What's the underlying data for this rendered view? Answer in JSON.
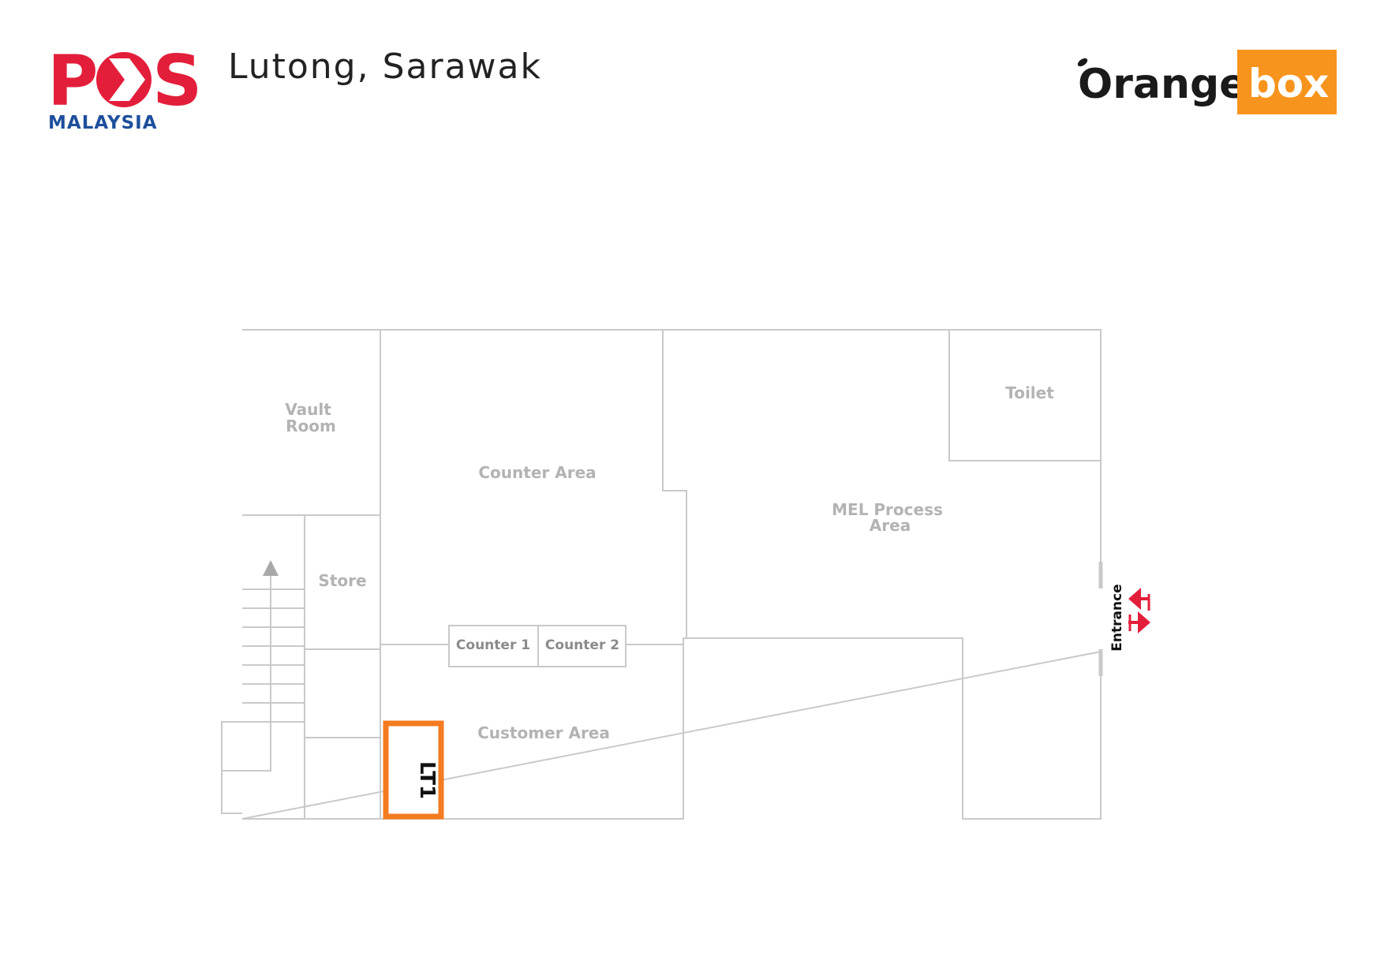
{
  "header": {
    "pos_logo": {
      "letters_p": "P",
      "letters_s": "S",
      "subtitle": "MALAYSIA"
    },
    "location_title": "Lutong, Sarawak",
    "orangebox_logo": {
      "word_orange": "Orange",
      "word_box": "box"
    }
  },
  "floorplan": {
    "rooms": {
      "vault_room": [
        "Vault",
        "Room"
      ],
      "store": "Store",
      "counter_area": "Counter Area",
      "mel_process_area": [
        "MEL Process",
        "Area"
      ],
      "toilet": "Toilet",
      "customer_area": "Customer Area"
    },
    "counters": [
      "Counter 1",
      "Counter 2"
    ],
    "locker": {
      "label": "LT1"
    },
    "entrance": {
      "label": "Entrance"
    }
  },
  "colors": {
    "pos_red": "#e31e3a",
    "pos_blue": "#1d4f9c",
    "orangebox_orange": "#f7941d",
    "locker_outline": "#f47b20",
    "wall_line": "#c9c9c9",
    "room_label": "#b3b3b3",
    "counter_label": "#8a8a8a",
    "entrance_arrow": "#e31e3a"
  }
}
